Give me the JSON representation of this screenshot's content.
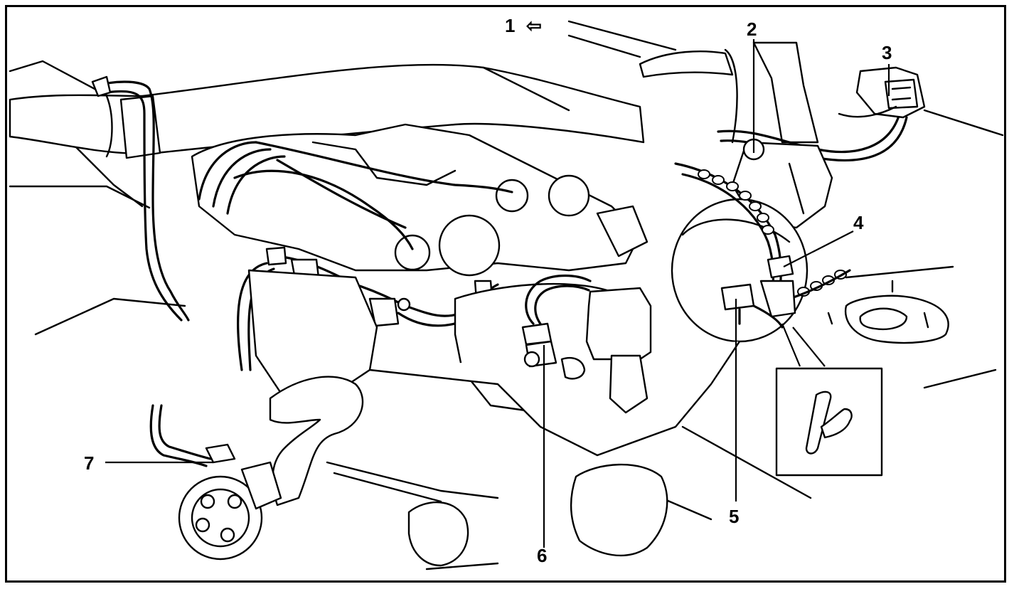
{
  "callouts": {
    "c1": "1",
    "c2": "2",
    "c3": "3",
    "c4": "4",
    "c5": "5",
    "c6": "6",
    "c7": "7"
  },
  "arrow_glyph": "⇦"
}
